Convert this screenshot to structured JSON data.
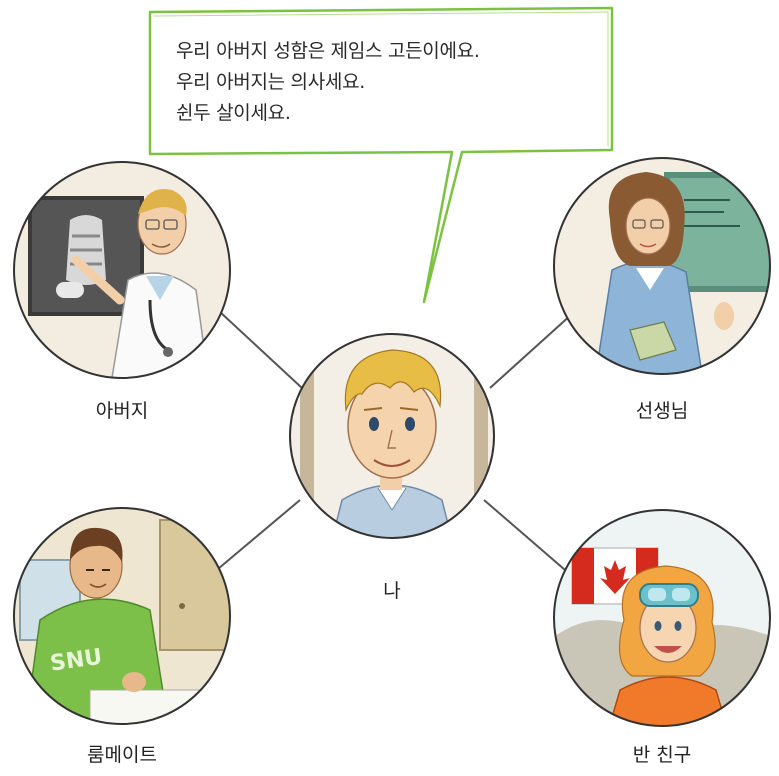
{
  "speech_bubble": {
    "lines": [
      "우리 아버지 성함은 제임스 고든이에요.",
      "우리 아버지는 의사세요.",
      "쉰두 살이세요."
    ]
  },
  "nodes": {
    "center": {
      "label": "나"
    },
    "father": {
      "label": "아버지"
    },
    "teacher": {
      "label": "선생님"
    },
    "roommate": {
      "label": "룸메이트"
    },
    "classmate": {
      "label": "반 친구"
    }
  },
  "colors": {
    "bubble_border": "#7cc242",
    "connector": "#555555",
    "circle_border": "#333333"
  }
}
